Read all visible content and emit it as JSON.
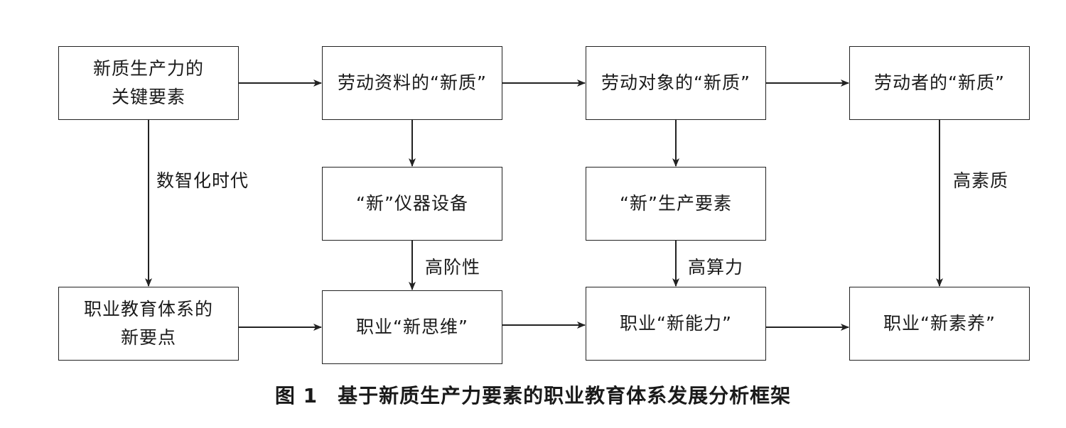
{
  "nodes": {
    "key_elements": [
      "新质生产力的",
      "关键要素"
    ],
    "labor_materials": "劳动资料的“新质”",
    "labor_objects": "劳动对象的“新质”",
    "laborers": "劳动者的“新质”",
    "new_instruments": "“新”仪器设备",
    "new_production_factors": "“新”生产要素",
    "vocational_new_points": [
      "职业教育体系的",
      "新要点"
    ],
    "new_thinking": "职业“新思维”",
    "new_ability": "职业“新能力”",
    "new_literacy": "职业“新素养”"
  },
  "edge_labels": {
    "digital_era": "数智化时代",
    "high_order": "高阶性",
    "high_computing": "高算力",
    "high_quality": "高素质"
  },
  "caption": {
    "number": "图 1",
    "title": "基于新质生产力要素的职业教育体系发展分析框架"
  }
}
